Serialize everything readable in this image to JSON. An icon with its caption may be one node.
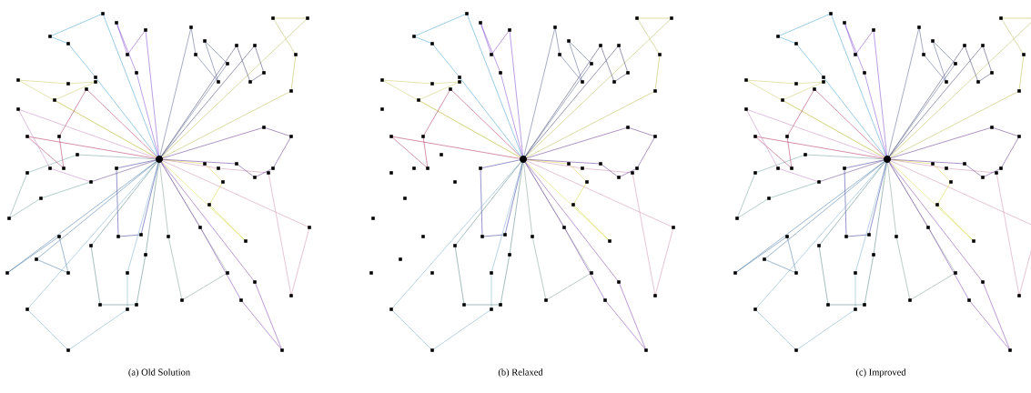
{
  "diagram": {
    "labels": [
      "(a) Old Solution",
      "(b) Relaxed",
      "(c) Improved"
    ]
  }
}
